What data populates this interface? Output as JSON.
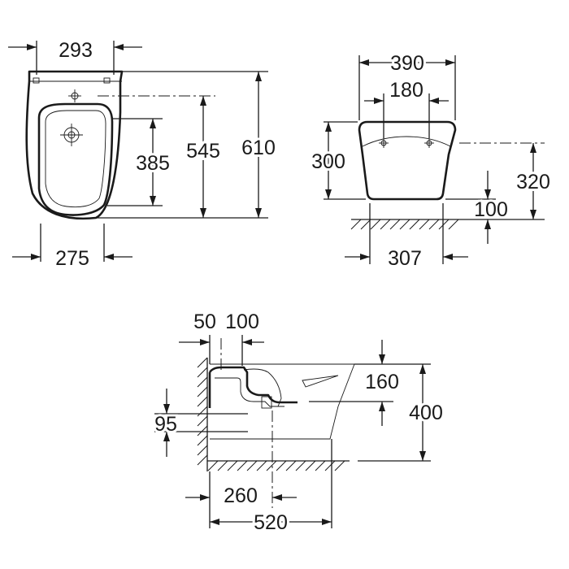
{
  "top_view": {
    "width_top": "293",
    "width_bottom": "275",
    "height_inner": "385",
    "height_mid": "545",
    "height_total": "610"
  },
  "front_view": {
    "width_top": "390",
    "hole_spacing": "180",
    "height_left": "300",
    "height_right": "320",
    "floor_gap": "100",
    "width_bottom": "307"
  },
  "side_view": {
    "wall_offset": "50",
    "outlet_offset": "100",
    "top_drop": "160",
    "inlet_height": "95",
    "total_height": "400",
    "outlet_distance": "260",
    "total_depth": "520"
  }
}
